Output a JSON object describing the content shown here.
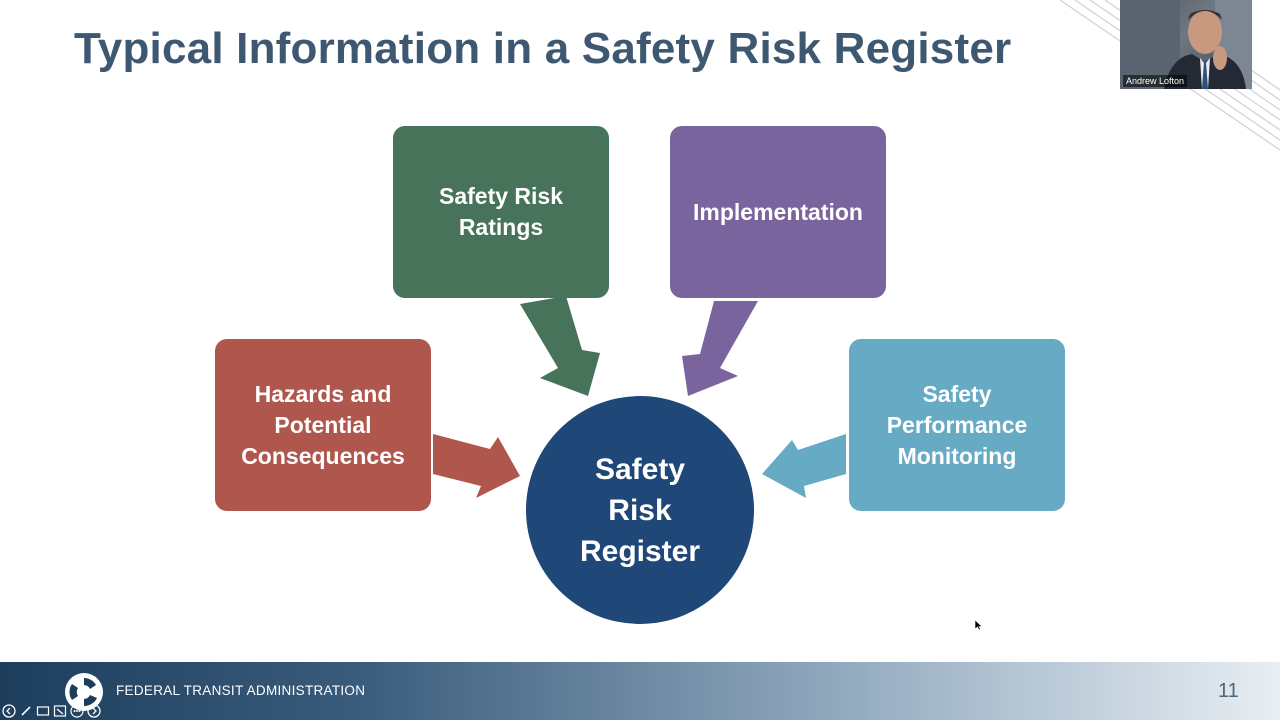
{
  "slide": {
    "title": "Typical Information in a Safety Risk Register",
    "page_number": "11"
  },
  "diagram": {
    "center": "Safety\nRisk\nRegister",
    "boxes": {
      "ratings": "Safety Risk\nRatings",
      "implementation": "Implementation",
      "hazards": "Hazards and\nPotential\nConsequences",
      "monitoring": "Safety\nPerformance\nMonitoring"
    },
    "colors": {
      "ratings": "#47735a",
      "implementation": "#7a649e",
      "hazards": "#b0574d",
      "monitoring": "#67aac4",
      "center": "#1f4777"
    }
  },
  "footer": {
    "organization": "FEDERAL TRANSIT ADMINISTRATION"
  },
  "video": {
    "speaker_name": "Andrew Lofton"
  },
  "icons": {
    "logo": "fta-logo-icon",
    "controls": [
      "back-icon",
      "pen-icon",
      "captions-icon",
      "pointer-icon",
      "more-icon",
      "forward-icon"
    ]
  }
}
